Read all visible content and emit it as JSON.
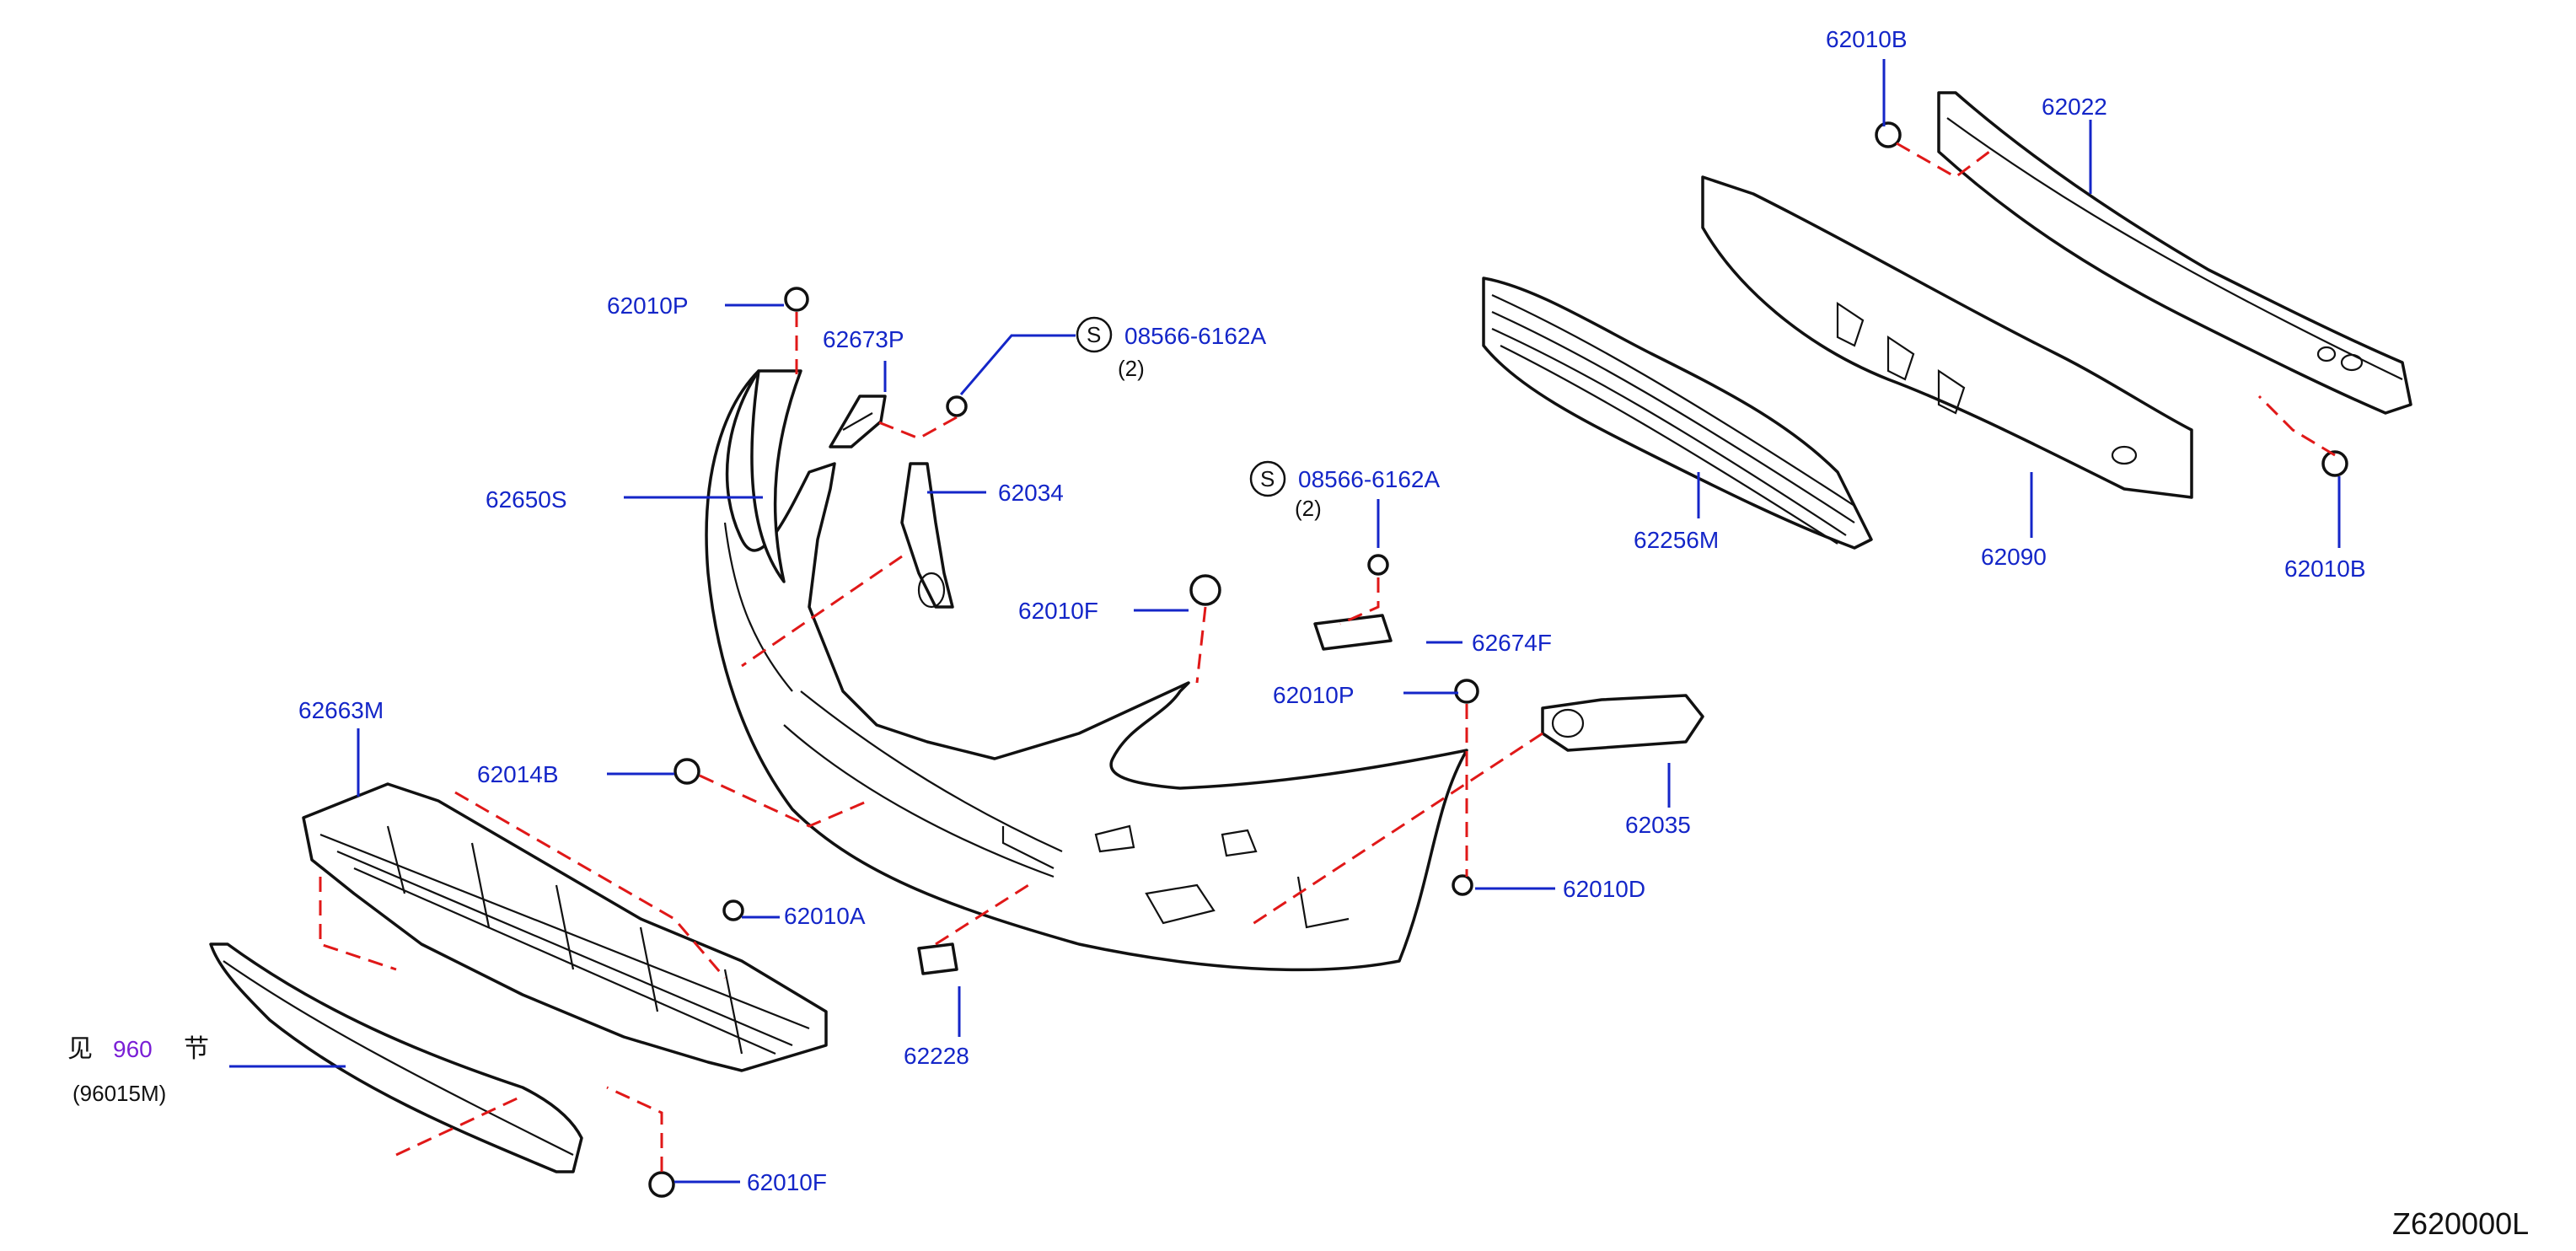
{
  "diagram_code": "Z620000L",
  "callouts": {
    "p62010B_top": "62010B",
    "p62022": "62022",
    "p62010P_top": "62010P",
    "p62673P": "62673P",
    "screw_top": "08566-6162A",
    "screw_top_qty": "(2)",
    "screw_symbol": "S",
    "p62650S": "62650S",
    "p62034": "62034",
    "screw_mid": "08566-6162A",
    "screw_mid_qty": "(2)",
    "p62010F_mid": "62010F",
    "p62256M": "62256M",
    "p62090": "62090",
    "p62010B_right": "62010B",
    "p62674F": "62674F",
    "p62010P_mid": "62010P",
    "p62035": "62035",
    "p62663M": "62663M",
    "p62014B": "62014B",
    "p62010A": "62010A",
    "p62010D": "62010D",
    "p62228": "62228",
    "p62010F_bottom": "62010F",
    "ref_see": "见",
    "ref_num": "960",
    "ref_section": "节",
    "ref_part": "(96015M)"
  },
  "colors": {
    "callout_text": "#1426c8",
    "dashed_guides": "#e01818",
    "reference_number": "#7a1fd6",
    "line_art": "#111111"
  }
}
